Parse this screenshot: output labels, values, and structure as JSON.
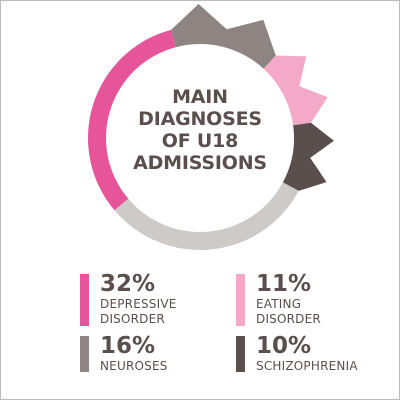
{
  "title_lines": [
    "MAIN",
    "DIAGNOSES",
    "OF U18",
    "ADMISSIONS"
  ],
  "colors": {
    "depressive": "#e6549a",
    "eating": "#f4a9c8",
    "neuroses": "#8e8582",
    "schizophrenia": "#5a4f4c",
    "other": "#cdcac8",
    "text": "#5a4f4c"
  },
  "chart_data": {
    "type": "pie",
    "style": "donut",
    "categories": [
      "Depressive disorder",
      "Eating disorder",
      "Neuroses",
      "Schizophrenia"
    ],
    "values": [
      32,
      11,
      16,
      10
    ],
    "remainder": 31,
    "legend_placement": "bottom"
  },
  "legend": [
    {
      "pct": "32%",
      "lines": [
        "DEPRESSIVE",
        "DISORDER"
      ],
      "color_key": "depressive"
    },
    {
      "pct": "11%",
      "lines": [
        "EATING",
        "DISORDER"
      ],
      "color_key": "eating"
    },
    {
      "pct": "16%",
      "lines": [
        "NEUROSES"
      ],
      "color_key": "neuroses"
    },
    {
      "pct": "10%",
      "lines": [
        "SCHIZOPHRENIA"
      ],
      "color_key": "schizophrenia"
    }
  ]
}
